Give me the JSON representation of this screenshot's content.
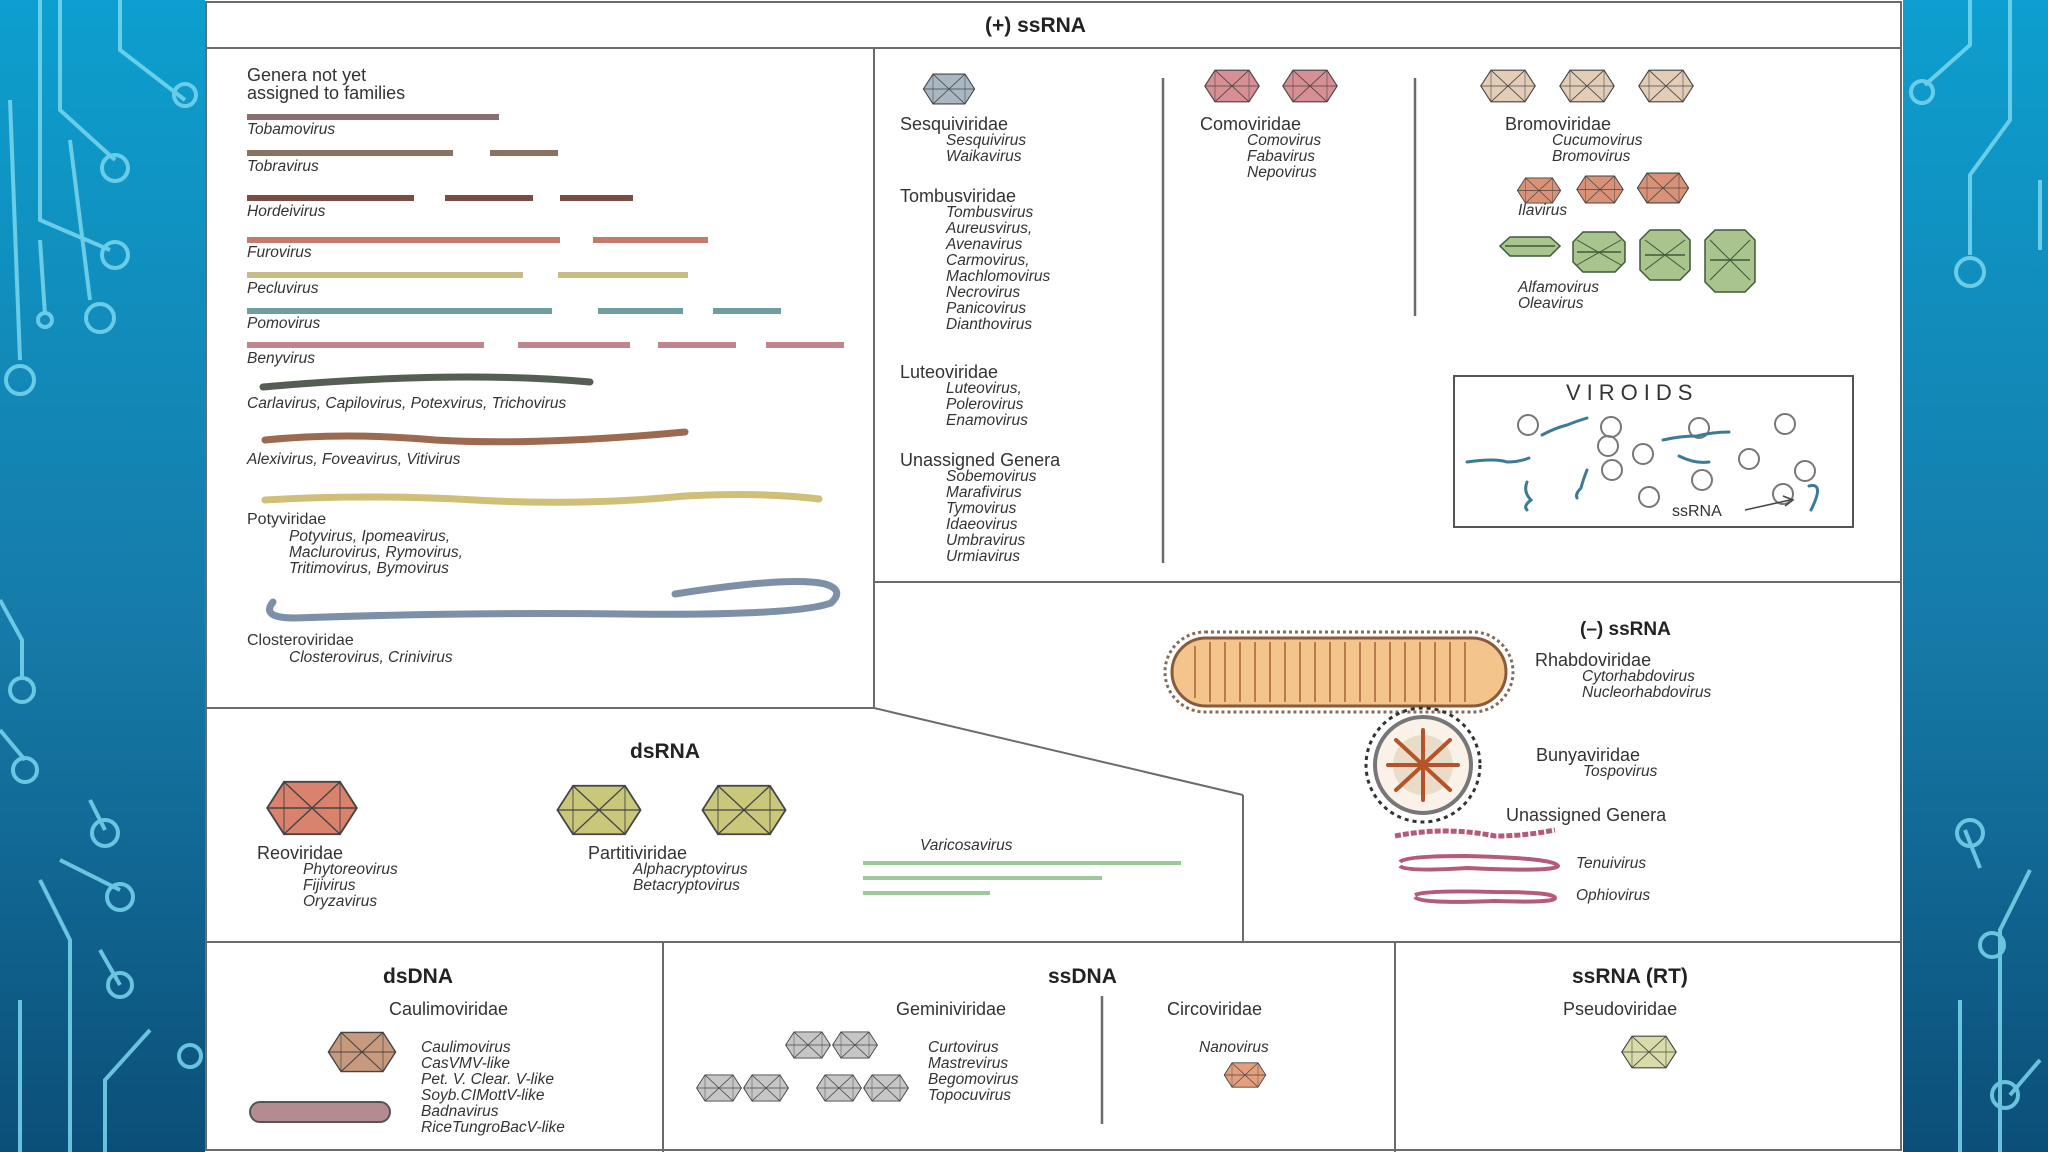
{
  "colors": {
    "background": "#1676a6",
    "panel": "#ffffff",
    "border": "#6b6b6b",
    "circuit": "#7ad7ee"
  },
  "sections": {
    "pos_ssrna": "(+) ssRNA",
    "neg_ssrna": "(–) ssRNA",
    "dsrna": "dsRNA",
    "dsdna": "dsDNA",
    "ssdna": "ssDNA",
    "ssrna_rt": "ssRNA (RT)"
  },
  "left": {
    "unassigned_line1": "Genera not yet",
    "unassigned_line2": "assigned to families",
    "rods": [
      "Tobamovirus",
      "Tobravirus",
      "Hordeivirus",
      "Furovirus",
      "Pecluvirus",
      "Pomovirus",
      "Benyvirus"
    ],
    "filaments": [
      "Carlavirus, Capilovirus, Potexvirus, Trichovirus",
      "Alexivirus, Foveavirus, Vitivirus"
    ],
    "potyviridae": {
      "family": "Potyviridae",
      "genera": [
        "Potyvirus, Ipomeavirus,",
        "Maclurovirus, Rymovirus,",
        "Tritimovirus, Bymovirus"
      ]
    },
    "closteroviridae": {
      "family": "Closteroviridae",
      "genera": [
        "Closterovirus, Crinivirus"
      ]
    }
  },
  "middle": {
    "sesquiviridae": {
      "family": "Sesquiviridae",
      "genera": [
        "Sesquivirus",
        "Waikavirus"
      ]
    },
    "tombusviridae": {
      "family": "Tombusviridae",
      "genera": [
        "Tombusvirus",
        "Aureusvirus,",
        "Avenavirus",
        "Carmovirus,",
        "Machlomovirus",
        "Necrovirus",
        "Panicovirus",
        "Dianthovirus"
      ]
    },
    "luteoviridae": {
      "family": "Luteoviridae",
      "genera": [
        "Luteovirus,",
        "Polerovirus",
        "Enamovirus"
      ]
    },
    "unassigned": {
      "family": "Unassigned Genera",
      "genera": [
        "Sobemovirus",
        "Marafivirus",
        "Tymovirus",
        "Idaeovirus",
        "Umbravirus",
        "Urmiavirus"
      ]
    }
  },
  "comoviridae": {
    "family": "Comoviridae",
    "genera": [
      "Comovirus",
      "Fabavirus",
      "Nepovirus"
    ]
  },
  "bromoviridae": {
    "family": "Bromoviridae",
    "genera": [
      "Cucumovirus",
      "Bromovirus"
    ],
    "ilarvirus": "Ilavirus",
    "others": [
      "Alfamovirus",
      "Oleavirus"
    ]
  },
  "viroids": {
    "title": "VIROIDS",
    "label": "ssRNA"
  },
  "neg": {
    "rhabdoviridae": {
      "family": "Rhabdoviridae",
      "genera": [
        "Cytorhabdovirus",
        "Nucleorhabdovirus"
      ]
    },
    "bunyaviridae": {
      "family": "Bunyaviridae",
      "genera": [
        "Tospovirus"
      ]
    },
    "unassigned": {
      "family": "Unassigned Genera",
      "genera": [
        "Tenuivirus",
        "Ophiovirus"
      ]
    }
  },
  "ds": {
    "reoviridae": {
      "family": "Reoviridae",
      "genera": [
        "Phytoreovirus",
        "Fijivirus",
        "Oryzavirus"
      ]
    },
    "partitiviridae": {
      "family": "Partitiviridae",
      "genera": [
        "Alphacryptovirus",
        "Betacryptovirus"
      ]
    },
    "varicosavirus": "Varicosavirus"
  },
  "dsdna": {
    "family": "Caulimoviridae",
    "genera": [
      "Caulimovirus",
      "CasVMV-like",
      "Pet. V. Clear. V-like",
      "Soyb.CIMottV-like",
      "Badnavirus",
      "RiceTungroBacV-like"
    ]
  },
  "ssdna": {
    "geminiviridae": {
      "family": "Geminiviridae",
      "genera": [
        "Curtovirus",
        "Mastrevirus",
        "Begomovirus",
        "Topocuvirus"
      ]
    },
    "circoviridae": {
      "family": "Circoviridae",
      "genera": [
        "Nanovirus"
      ]
    }
  },
  "rt": {
    "family": "Pseudoviridae"
  }
}
